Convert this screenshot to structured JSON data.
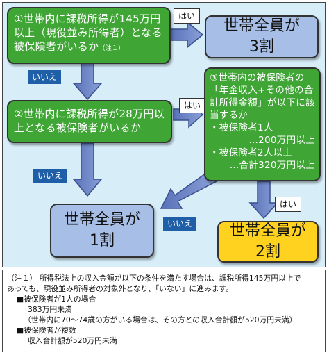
{
  "box1": {
    "text": "①世帯内に課税所得が145万円以上（現役並み所得者）となる被保険者がいるか",
    "note_mark": "（注１）"
  },
  "box2": {
    "text": "②世帯内に課税所得が28万円以上となる被保険者がいるか"
  },
  "box3": {
    "lines": [
      "③世帯内の被保険者の",
      "「年金収入+その他の合",
      "計所得金額」が以下に該",
      "当するか"
    ],
    "bullet1": "・被保険者1人",
    "bullet1_amount": "…200万円以上",
    "bullet2": "・被保険者2人以上",
    "bullet2_amount": "…合計320万円以上"
  },
  "result3": {
    "line1": "世帯全員が",
    "line2": "3割"
  },
  "result1": {
    "line1": "世帯全員が",
    "line2": "1割"
  },
  "result2": {
    "line1": "世帯全員が",
    "line2": "2割"
  },
  "labels": {
    "yes": "はい",
    "no": "いいえ"
  },
  "colors": {
    "panel": "#d7edf8",
    "green": "#3fa535",
    "blue": "#a7bfe6",
    "yellow": "#ffd21f",
    "arrow": "#7088c8"
  },
  "note": {
    "line1": "（注１） 所得税法上の収入金額が以下の条件を満たす場合は、課税所得145万円以上で",
    "line2": "あっても、現役並み所得者の対象外となり、「いない」に進みます。",
    "line3": "■被保険者が1人の場合",
    "line4": "383万円未満",
    "line5": "（世帯内に70～74歳の方がいる場合は、その方との収入合計額が520万円未満）",
    "line6": "■被保険者が複数",
    "line7": "収入合計額が520万円未満"
  }
}
